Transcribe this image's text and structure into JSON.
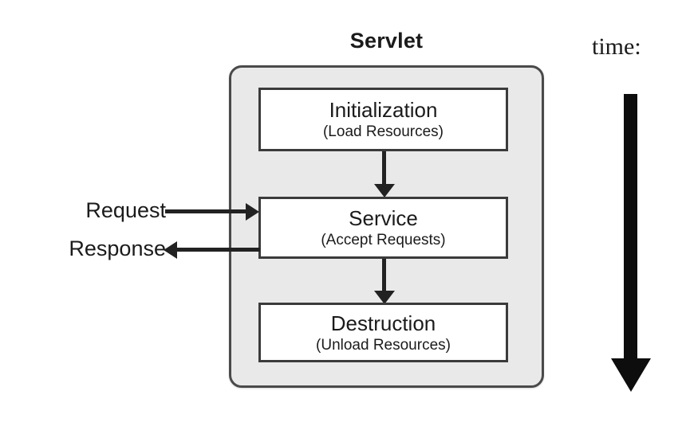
{
  "diagram": {
    "title": "Servlet",
    "stages": [
      {
        "name": "Initialization",
        "detail": "(Load Resources)"
      },
      {
        "name": "Service",
        "detail": "(Accept Requests)"
      },
      {
        "name": "Destruction",
        "detail": "(Unload Resources)"
      }
    ],
    "io": {
      "request_label": "Request",
      "response_label": "Response"
    },
    "time_axis": {
      "label": "time:"
    },
    "colors": {
      "page_background": "#ffffff",
      "container_fill": "#e9e9e9",
      "container_border": "#4a4a4a",
      "box_fill": "#ffffff",
      "box_border": "#3b3b3b",
      "arrow": "#222222",
      "time_arrow": "#0d0d0d",
      "text": "#1b1b1b"
    }
  }
}
